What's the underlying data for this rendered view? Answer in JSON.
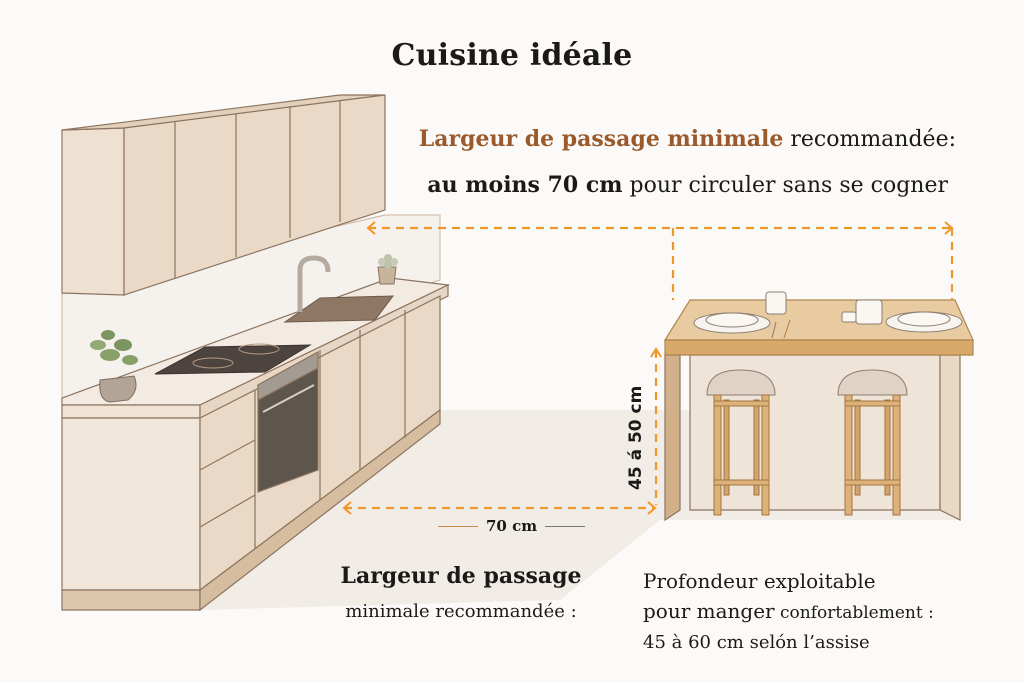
{
  "title": "Cuisine idéale",
  "top_note": {
    "highlight": "Largeur de passage minimale",
    "line1_rest": " recommandée:",
    "line2_bold": "au moins 70 cm",
    "line2_rest": " pour circuler sans se cogner"
  },
  "dimensions": {
    "width_label": "70 cm",
    "height_label": "45 á 50 cm"
  },
  "bottom_left": {
    "line1": "Largeur de passage",
    "line2": "minimale recommandée :"
  },
  "bottom_right": {
    "line1": "Profondeur exploitable",
    "line2a": "pour manger",
    "line2b": " confortablement :",
    "line3": "45 à 60 cm selón l’assise"
  },
  "colors": {
    "accent_orange": "#f0962a",
    "highlight_brown": "#9a5a2c",
    "cabinet": "#ead9c6",
    "counter": "#f3ebe2",
    "wood": "#d9a96a"
  },
  "illustration": {
    "kitchen": [
      "upper-cabinets",
      "sink-with-faucet",
      "induction-cooktop",
      "oven",
      "lower-cabinets",
      "potted-plant",
      "small-succulent"
    ],
    "island": [
      "wooden-countertop",
      "two-place-settings",
      "mugs",
      "cutlery",
      "two-bar-stools"
    ]
  }
}
